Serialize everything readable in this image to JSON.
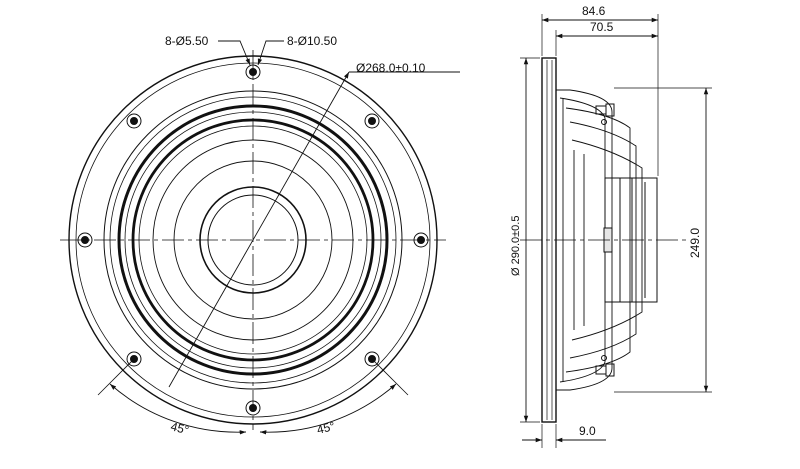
{
  "front_view": {
    "hole_small_label": "8-Ø5.50",
    "hole_large_label": "8-Ø10.50",
    "bolt_circle_label": "Ø268.0±0.10",
    "angle_left_label": "45°",
    "angle_right_label": "45°"
  },
  "side_view": {
    "overall_depth_label": "84.6",
    "body_depth_label": "70.5",
    "outer_diameter_label": "Ø 290.0±0.5",
    "basket_diameter_label": "249.0",
    "flange_thickness_label": "9.0"
  }
}
